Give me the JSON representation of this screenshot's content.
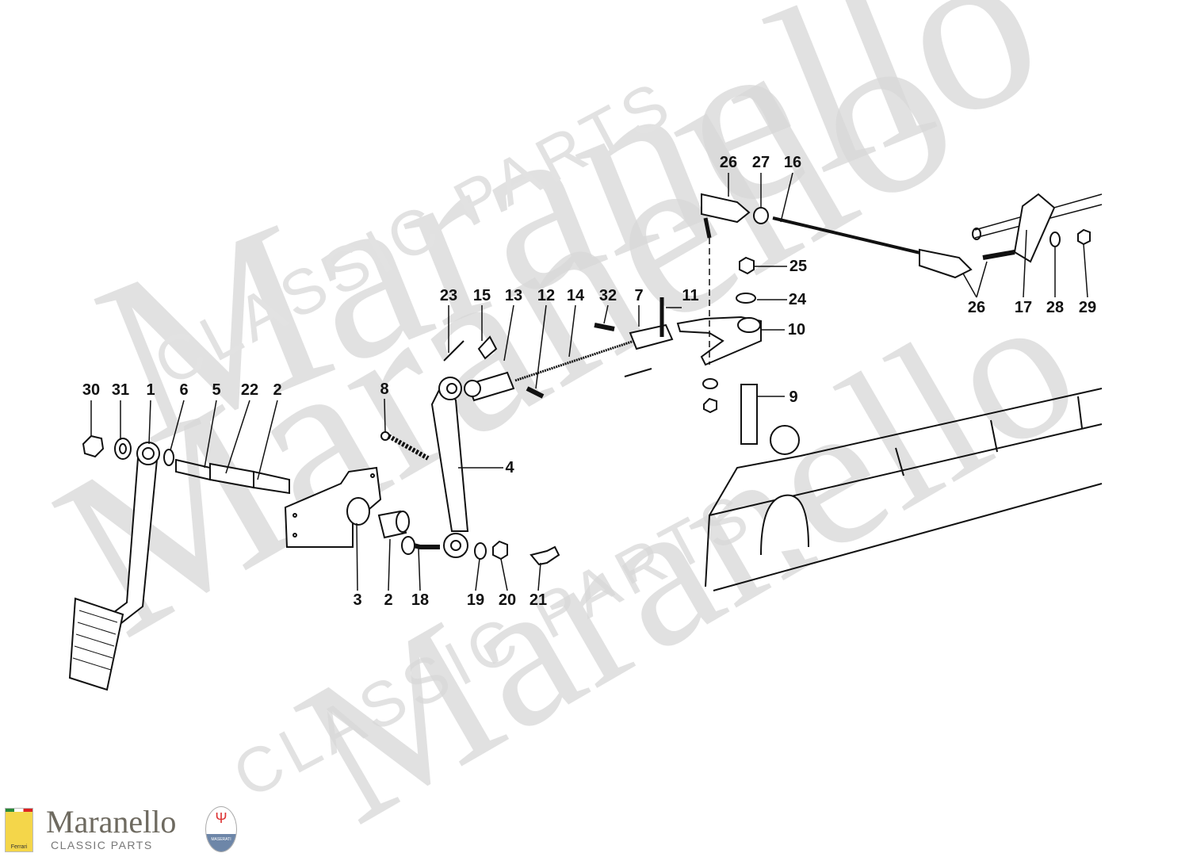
{
  "watermark": {
    "brand": "Maranello",
    "tagline": "CLASSIC PARTS"
  },
  "labels": [
    "26",
    "27",
    "16",
    "25",
    "24",
    "10",
    "9",
    "26",
    "17",
    "28",
    "29",
    "23",
    "15",
    "13",
    "12",
    "14",
    "32",
    "7",
    "11",
    "30",
    "31",
    "1",
    "6",
    "5",
    "22",
    "2",
    "8",
    "4",
    "3",
    "2",
    "18",
    "19",
    "20",
    "21"
  ],
  "logo": {
    "name": "Maranello",
    "tagline": "CLASSIC PARTS",
    "left_badge": "Ferrari",
    "right_badge": "MASERATI"
  },
  "colors": {
    "ink": "#111111",
    "watermark": "#d8d8d8",
    "ferrari_yellow": "#f4d64a",
    "maserati_blue": "#6d86a8"
  }
}
